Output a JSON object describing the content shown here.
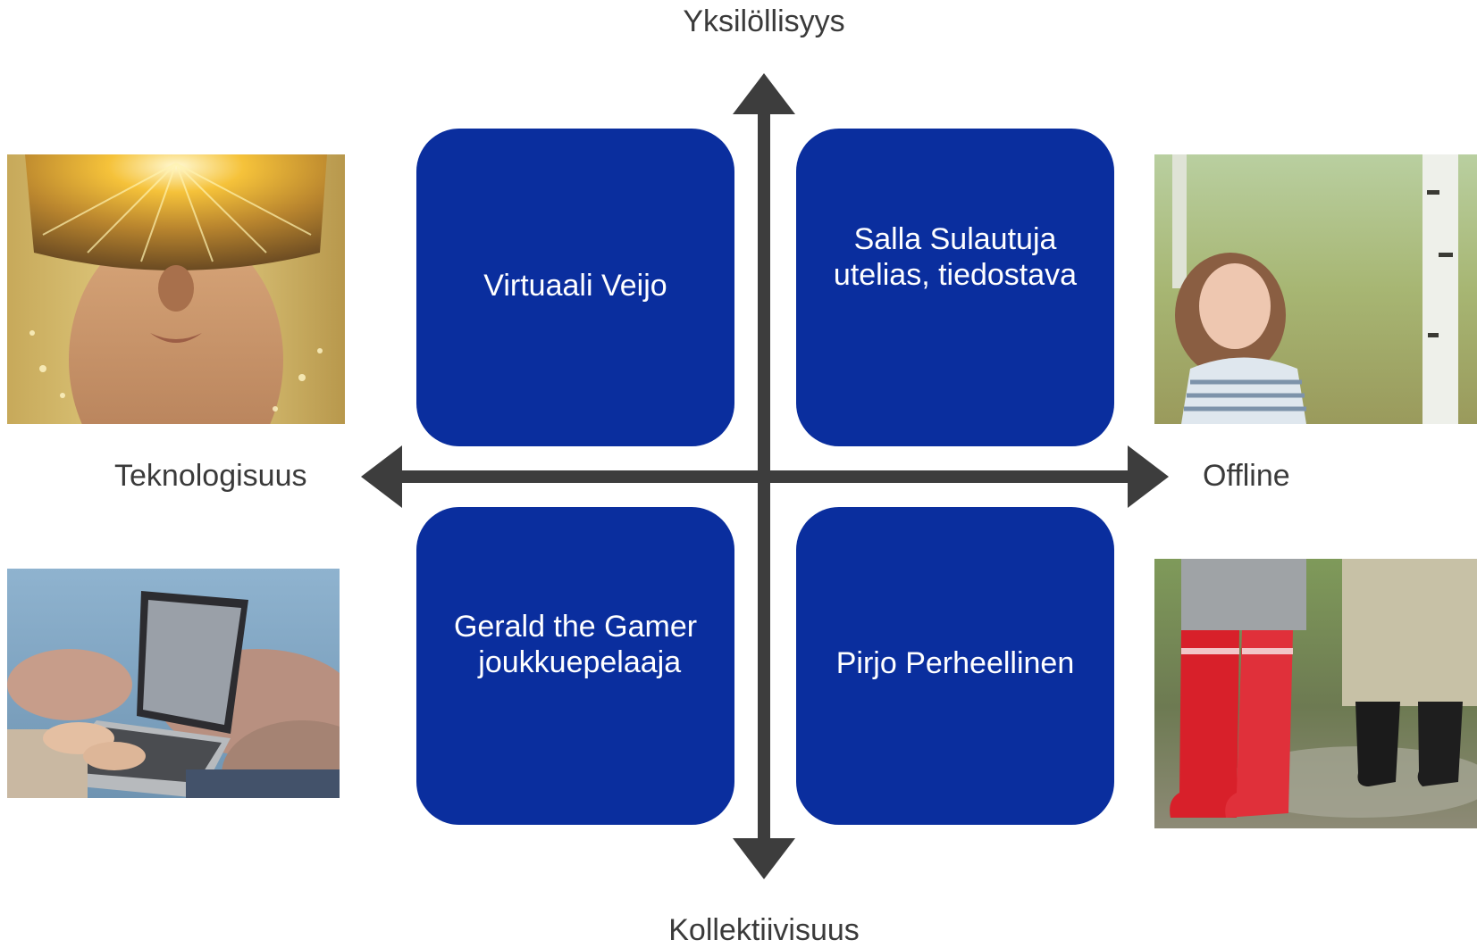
{
  "axes": {
    "top": "Yksilöllisyys",
    "bottom": "Kollektiivisuus",
    "left": "Teknologisuus",
    "right": "Offline"
  },
  "quadrants": {
    "top_left": [
      "Virtuaali  Veijo"
    ],
    "top_right": [
      "Salla Sulautuja",
      "utelias, tiedostava"
    ],
    "bottom_left": [
      "Gerald the Gamer",
      " joukkuepelaaja"
    ],
    "bottom_right": [
      "Pirjo Perheellinen"
    ]
  },
  "colors": {
    "quadrant_fill": "#0a2e9e",
    "arrow": "#3d3d3d",
    "label_text": "#3a3a3a"
  },
  "photos": {
    "top_left": "vr-headset-person-photo",
    "bottom_left": "laptop-by-the-sea-photo",
    "top_right": "girl-in-forest-photo",
    "bottom_right": "red-rubber-boots-photo"
  }
}
